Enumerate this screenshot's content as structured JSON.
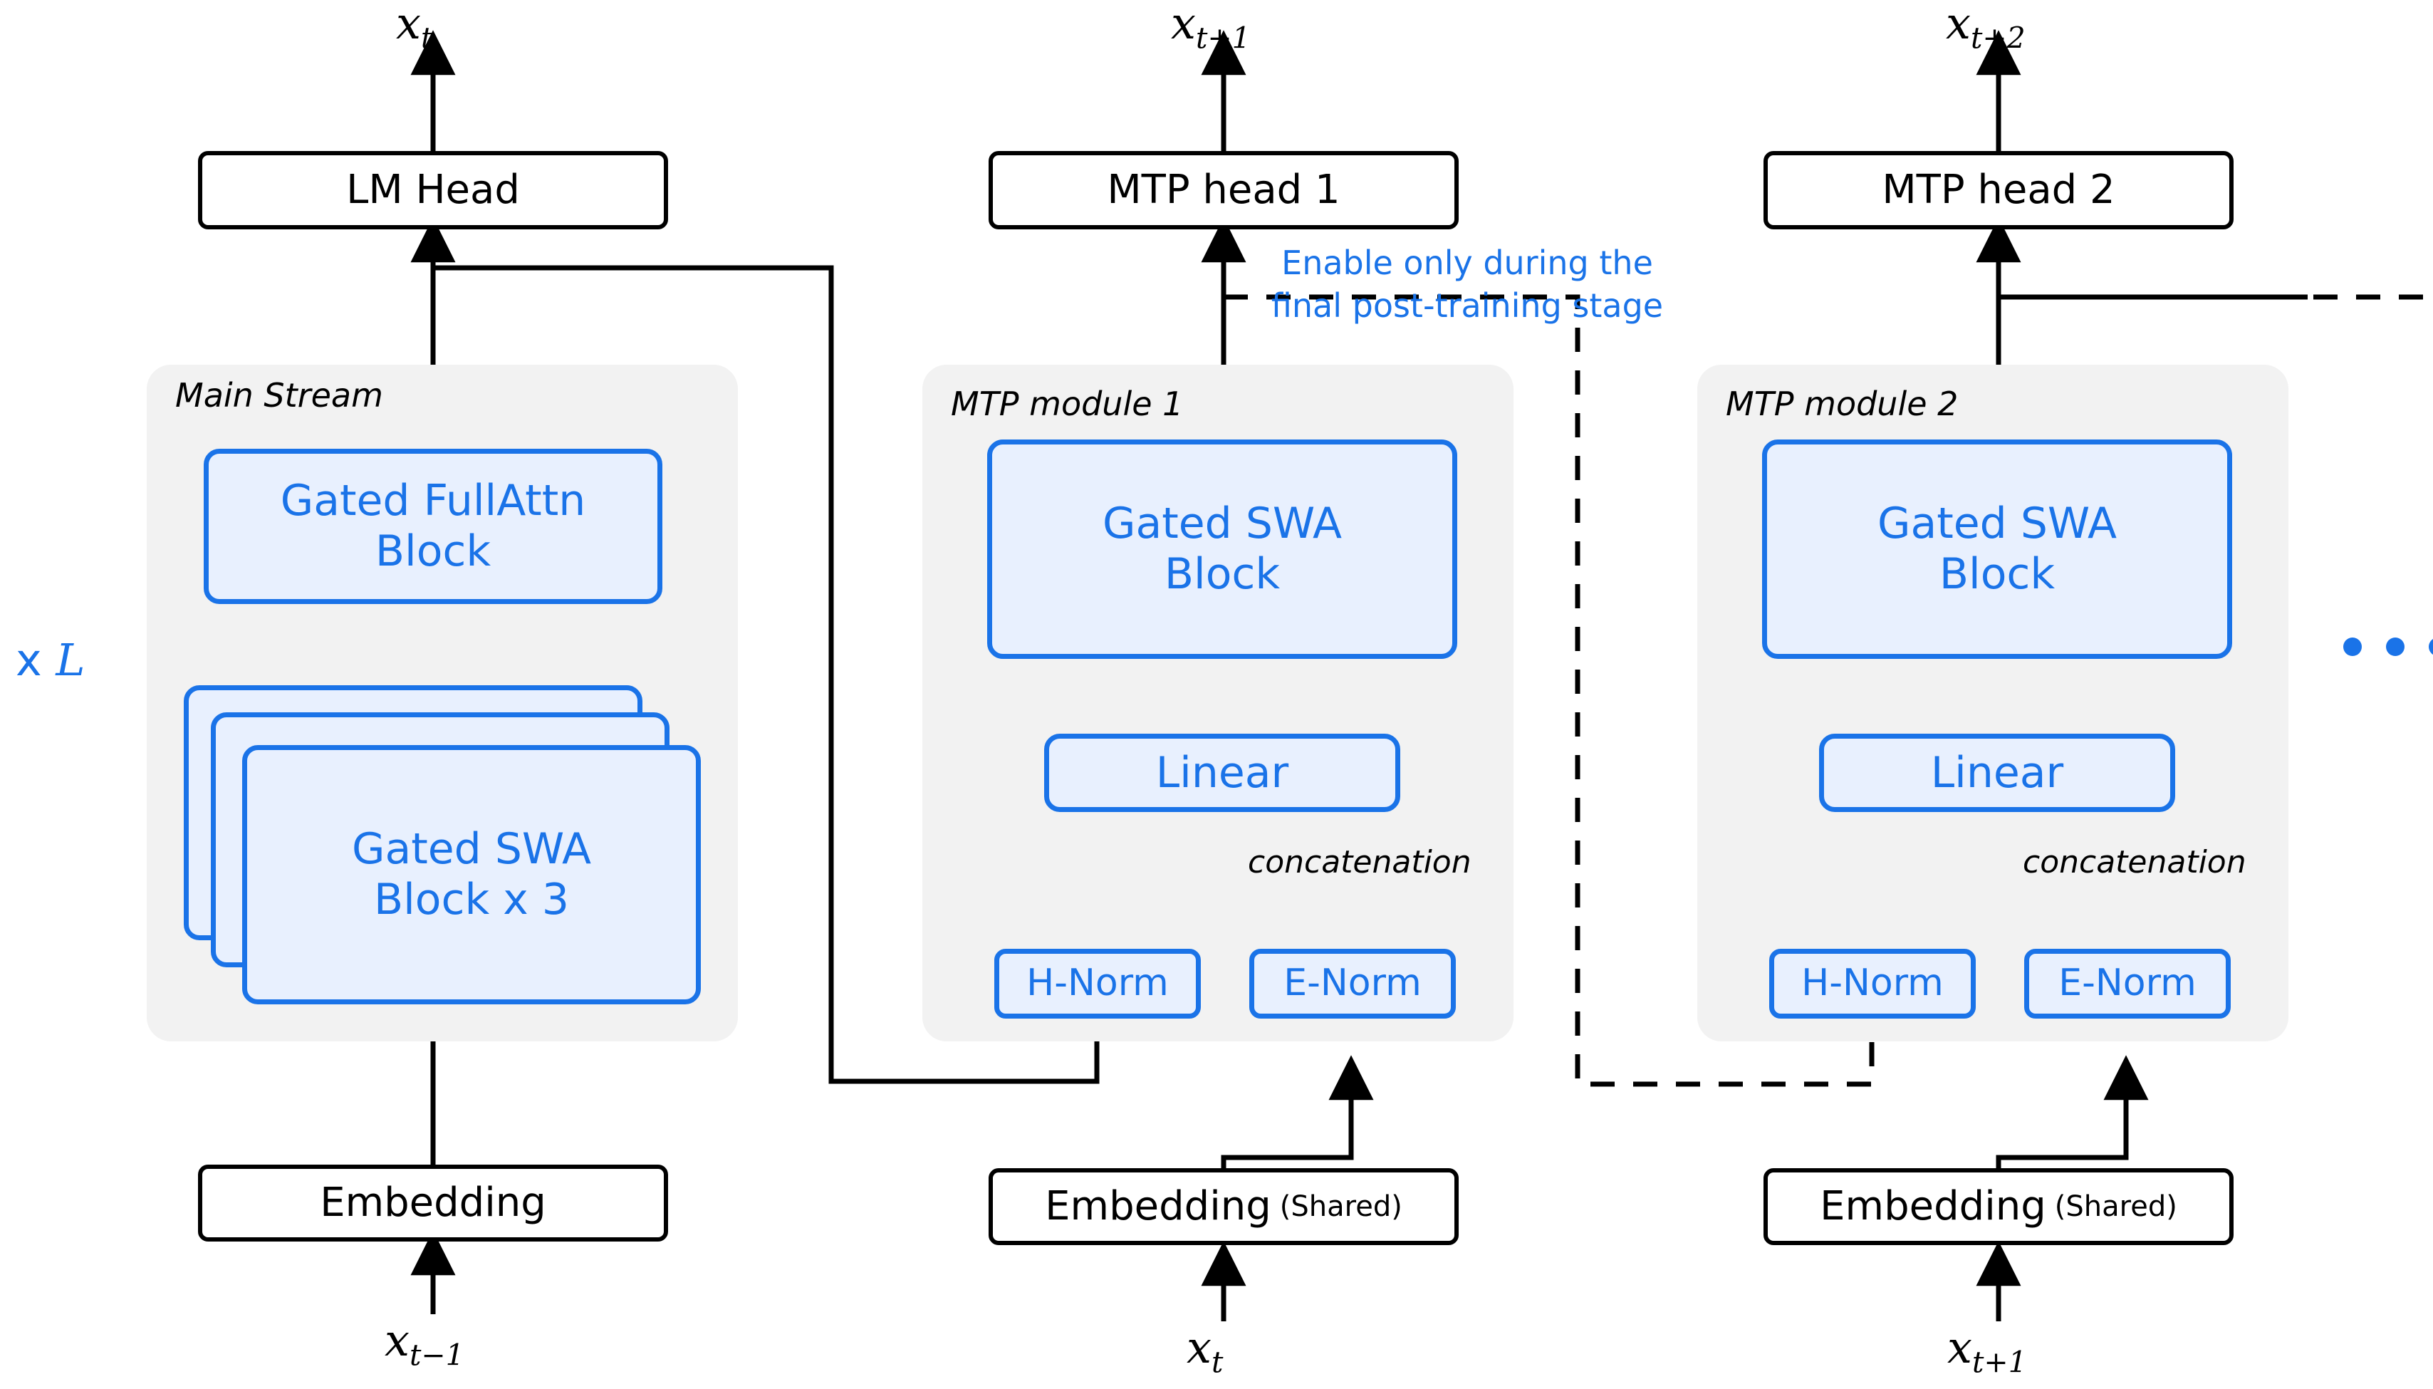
{
  "diagram": {
    "title_tokens": {
      "x_t": "x",
      "x_t_sub": "t",
      "x_t1": "x",
      "x_t1_sub": "t+1",
      "x_t2": "x",
      "x_t2_sub": "t+2",
      "x_tm1": "x",
      "x_tm1_sub": "t−1",
      "x_t_in": "x",
      "x_t_in_sub": "t",
      "x_t1_in": "x",
      "x_t1_in_sub": "t+1"
    },
    "heads": {
      "lm_head": "LM Head",
      "mtp_head_1": "MTP head 1",
      "mtp_head_2": "MTP head 2"
    },
    "groups": {
      "main_stream": "Main Stream",
      "mtp_module_1": "MTP module 1",
      "mtp_module_2": "MTP module 2"
    },
    "blocks": {
      "gated_fullattn_line1": "Gated FullAttn",
      "gated_fullattn_line2": "Block",
      "gated_swa_x3_line1": "Gated SWA",
      "gated_swa_x3_line2": "Block x 3",
      "gated_swa_line1": "Gated SWA",
      "gated_swa_line2": "Block",
      "linear": "Linear",
      "h_norm": "H-Norm",
      "e_norm": "E-Norm"
    },
    "embeddings": {
      "embedding": "Embedding",
      "embedding_shared": "Embedding",
      "embedding_shared_suffix": "(Shared)"
    },
    "annotations": {
      "enable_note_line1": "Enable only during the",
      "enable_note_line2": "final post-training stage",
      "repeat_label_prefix": "x ",
      "repeat_label_symbol": "L",
      "concatenation": "concatenation",
      "ellipsis": "• • •"
    },
    "colors": {
      "accent_blue": "#1a73e8",
      "block_fill": "#e8f0fe",
      "group_fill": "#f2f2f2",
      "line_black": "#000000",
      "page_background": "#ffffff"
    }
  }
}
